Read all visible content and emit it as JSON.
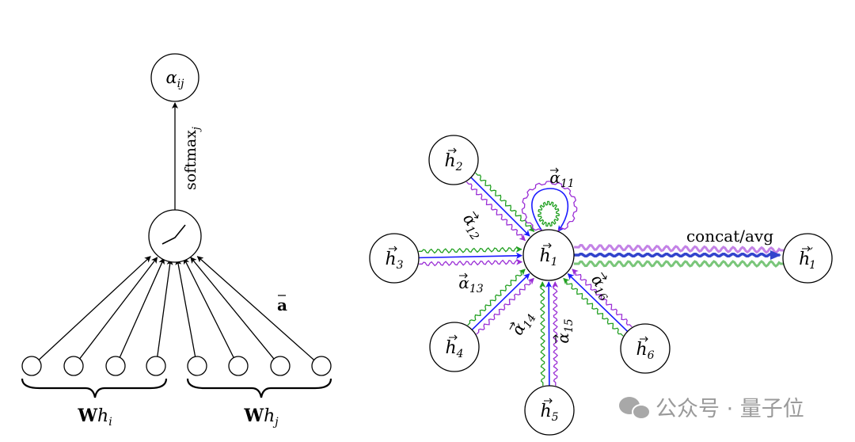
{
  "left": {
    "output_node": {
      "symbol": "α",
      "sub": "ij"
    },
    "edge_label": "softmax",
    "edge_label_sub": "j",
    "weight_label": "a",
    "group_i": {
      "bold": "W",
      "symbol": "h",
      "sub": "i"
    },
    "group_j": {
      "bold": "W",
      "symbol": "h",
      "sub": "j"
    }
  },
  "right": {
    "nodes": [
      {
        "symbol": "h",
        "sub": "1"
      },
      {
        "symbol": "h",
        "sub": "2"
      },
      {
        "symbol": "h",
        "sub": "3"
      },
      {
        "symbol": "h",
        "sub": "4"
      },
      {
        "symbol": "h",
        "sub": "5"
      },
      {
        "symbol": "h",
        "sub": "6"
      }
    ],
    "output_node": {
      "symbol": "h",
      "sub": "1",
      "prime": "′"
    },
    "edge_labels": [
      {
        "symbol": "α",
        "sub": "11"
      },
      {
        "symbol": "α",
        "sub": "12"
      },
      {
        "symbol": "α",
        "sub": "13"
      },
      {
        "symbol": "α",
        "sub": "14"
      },
      {
        "symbol": "α",
        "sub": "15"
      },
      {
        "symbol": "α",
        "sub": "16"
      }
    ],
    "aggregation_label": "concat/avg",
    "head_colors": [
      "#1a1aff",
      "#22a022",
      "#9b2fd6"
    ]
  },
  "watermark": "公众号 · 量子位"
}
